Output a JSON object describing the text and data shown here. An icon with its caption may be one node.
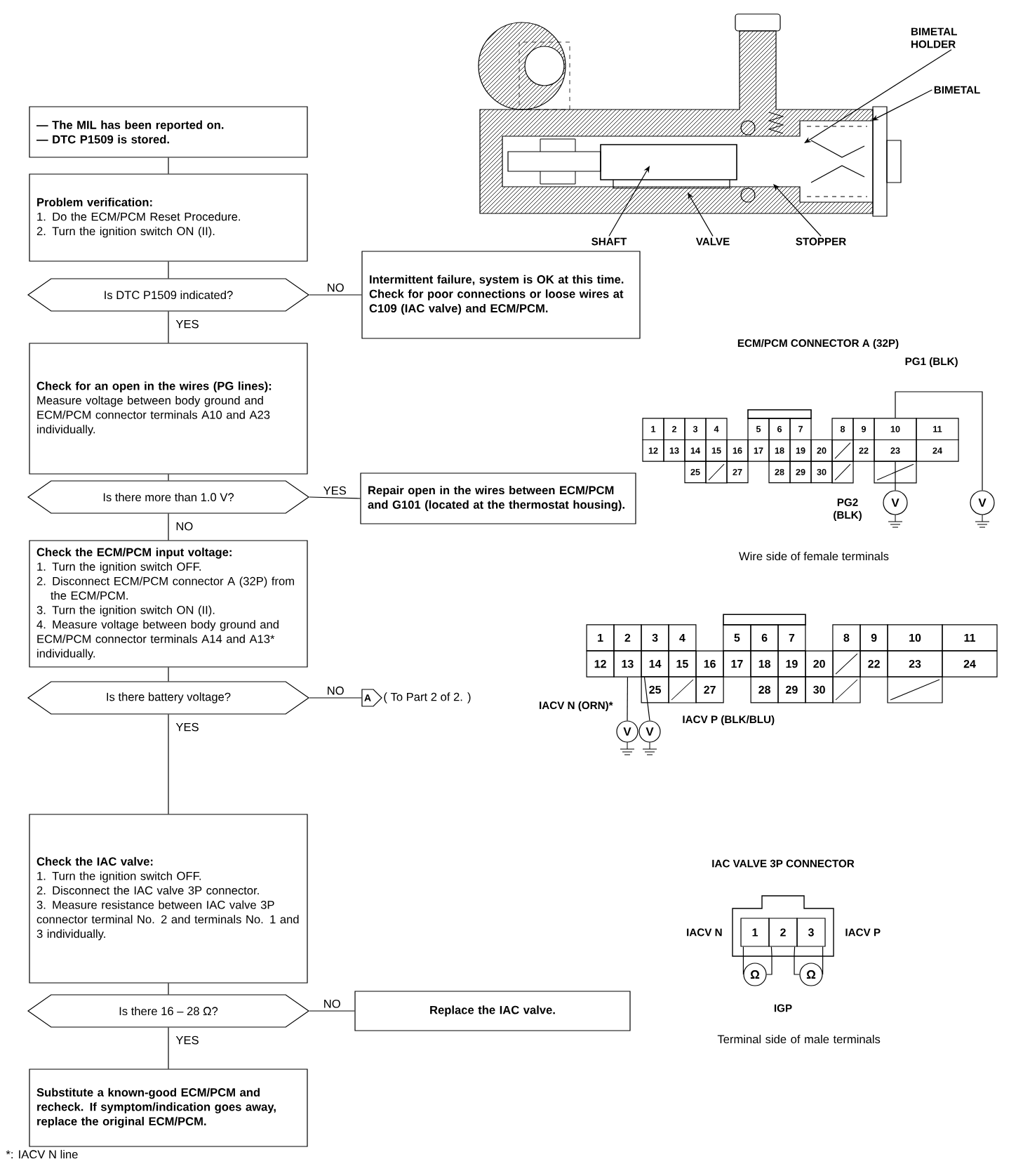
{
  "diagram": {
    "nodes": [
      {
        "text": [
          "— The MIL has been reported on.",
          "— DTC P1509 is stored."
        ]
      },
      {
        "text": [
          "Problem verification:",
          "1. Do the ECM/PCM Reset Procedure.",
          "2. Turn the ignition switch ON (II)."
        ]
      },
      {
        "text": [
          "Is DTC P1509 indicated?"
        ]
      },
      {
        "text": [
          "Intermittent failure, system is OK at this time. Check for poor connections or loose wires at C109 (IAC valve) and ECM/PCM."
        ]
      },
      {
        "text": [
          "Check for an open in the wires (PG lines):",
          "Measure voltage between body ground and ECM/PCM connector terminals A10 and A23 individually."
        ]
      },
      {
        "text": [
          "Is there more than 1.0 V?"
        ]
      },
      {
        "text": [
          "Repair open in the wires between ECM/PCM and G101 (located at the thermostat housing)."
        ]
      },
      {
        "text": [
          "Check the ECM/PCM input voltage:",
          "1. Turn the ignition switch OFF.",
          "2. Disconnect ECM/PCM connector A (32P) from the ECM/PCM.",
          "3. Turn the ignition switch ON (II).",
          "4. Measure voltage between body ground and ECM/PCM connector terminals A14 and A13* individually."
        ]
      },
      {
        "text": [
          "Is there battery voltage?"
        ]
      },
      {
        "text": [
          "A"
        ],
        "beside": [
          "( To Part 2 of 2. )"
        ]
      },
      {
        "text": [
          "Check the IAC valve:",
          "1. Turn the ignition switch OFF.",
          "2. Disconnect the IAC valve 3P connector.",
          "3. Measure resistance between IAC valve 3P connector terminal No. 2 and terminals No. 1 and 3 individually."
        ]
      },
      {
        "text": [
          "Is there 16 – 28 Ω?"
        ]
      },
      {
        "text": [
          "Replace the IAC valve."
        ]
      },
      {
        "text": [
          "Substitute a known-good ECM/PCM and recheck. If symptom/indication goes away, replace the original ECM/PCM."
        ]
      },
      {
        "text": [],
        "shape": "picture"
      },
      {
        "text": [
          "BIMETAL HOLDER"
        ]
      },
      {
        "text": [
          "BIMETAL"
        ]
      },
      {
        "text": [
          "SHAFT"
        ]
      },
      {
        "text": [
          "VALVE"
        ]
      },
      {
        "text": [
          "STOPPER"
        ]
      },
      {
        "text": [
          "V"
        ],
        "beside": [
          "PG2 (BLK)"
        ]
      },
      {
        "text": [
          "V"
        ]
      },
      {
        "text": [
          "V"
        ],
        "beside": [
          "IACV N (ORN)*"
        ]
      },
      {
        "text": [
          "V"
        ],
        "beside": [
          "IACV P (BLK/BLU)"
        ]
      },
      {
        "text": [
          "Ω"
        ]
      },
      {
        "text": [
          "Ω"
        ]
      },
      {
        "text": [
          "10"
        ]
      },
      {
        "text": [
          "23"
        ]
      },
      {
        "text": [
          "13"
        ]
      },
      {
        "text": [
          "14"
        ]
      },
      {
        "text": [
          "1"
        ],
        "beside": [
          "IACV N"
        ]
      },
      {
        "text": [
          "2"
        ]
      },
      {
        "text": [
          "3"
        ],
        "beside": [
          "IACV P"
        ]
      }
    ],
    "edges": [
      {
        "from": 0,
        "to": 1,
        "arrow": "none"
      },
      {
        "from": 1,
        "to": 2,
        "arrow": "none"
      },
      {
        "from": 2,
        "to": 3,
        "arrow": "none",
        "label": "NO"
      },
      {
        "from": 2,
        "to": 4,
        "arrow": "none",
        "label": "YES"
      },
      {
        "from": 4,
        "to": 5,
        "arrow": "none"
      },
      {
        "from": 5,
        "to": 6,
        "arrow": "none",
        "label": "YES"
      },
      {
        "from": 5,
        "to": 7,
        "arrow": "none",
        "label": "NO"
      },
      {
        "from": 7,
        "to": 8,
        "arrow": "none"
      },
      {
        "from": 8,
        "to": 9,
        "arrow": "none",
        "label": "NO"
      },
      {
        "from": 8,
        "to": 10,
        "arrow": "none",
        "label": "YES"
      },
      {
        "from": 10,
        "to": 11,
        "arrow": "none"
      },
      {
        "from": 11,
        "to": 12,
        "arrow": "none",
        "label": "NO"
      },
      {
        "from": 11,
        "to": 13,
        "arrow": "none",
        "label": "YES"
      },
      {
        "from": 15,
        "to": 14,
        "arrow": "to"
      },
      {
        "from": 16,
        "to": 14,
        "arrow": "to"
      },
      {
        "from": 17,
        "to": 14,
        "arrow": "to"
      },
      {
        "from": 18,
        "to": 14,
        "arrow": "to"
      },
      {
        "from": 19,
        "to": 14,
        "arrow": "to"
      },
      {
        "from": 20,
        "to": 27,
        "arrow": "none"
      },
      {
        "from": 21,
        "to": 26,
        "arrow": "none"
      },
      {
        "from": 22,
        "to": 28,
        "arrow": "none"
      },
      {
        "from": 23,
        "to": 29,
        "arrow": "none"
      },
      {
        "from": 24,
        "to": 30,
        "arrow": "none"
      },
      {
        "from": 24,
        "to": 31,
        "arrow": "none"
      },
      {
        "from": 25,
        "to": 31,
        "arrow": "none"
      },
      {
        "from": 25,
        "to": 32,
        "arrow": "none"
      }
    ],
    "labels": [
      "ECM/PCM CONNECTOR A (32P)",
      "PG1 (BLK)",
      "1",
      "2",
      "3",
      "4",
      "5",
      "6",
      "7",
      "8",
      "9",
      "11",
      "12",
      "13",
      "14",
      "15",
      "16",
      "17",
      "18",
      "19",
      "20",
      "22",
      "24",
      "25",
      "27",
      "28",
      "29",
      "30",
      "Wire side of female terminals",
      "1",
      "2",
      "3",
      "4",
      "5",
      "6",
      "7",
      "8",
      "9",
      "10",
      "11",
      "12",
      "15",
      "16",
      "17",
      "18",
      "19",
      "20",
      "22",
      "23",
      "24",
      "25",
      "27",
      "28",
      "29",
      "30",
      "IAC VALVE 3P CONNECTOR",
      "IGP",
      "Terminal side of male terminals",
      "*: IACV N line"
    ]
  }
}
